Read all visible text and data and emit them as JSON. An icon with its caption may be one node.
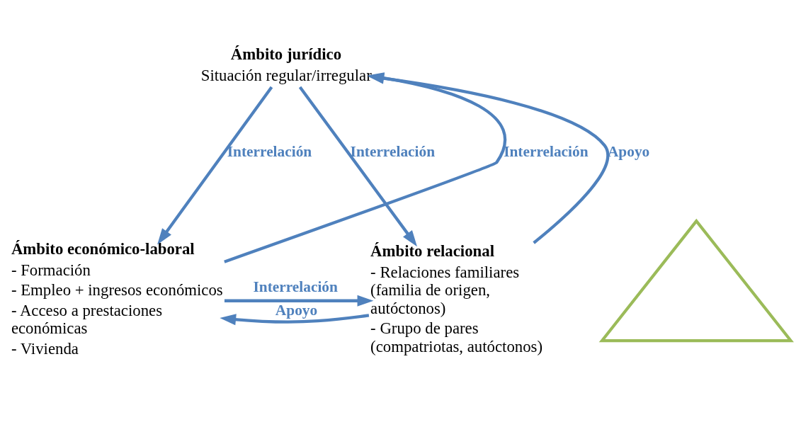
{
  "diagram": {
    "nodes": [
      {
        "text": [
          "Ámbito jurídico",
          "Situación regular/irregular"
        ]
      },
      {
        "text": [
          "Ámbito económico-laboral",
          "- Formación",
          "- Empleo + ingresos económicos",
          "- Acceso a prestaciones económicas",
          "- Vivienda"
        ]
      },
      {
        "text": [
          "Ámbito relacional",
          "- Relaciones familiares (familia de origen, autóctonos)",
          "- Grupo de pares (compatriotas, autóctonos)"
        ]
      },
      {
        "text": [],
        "shape": "triangle"
      }
    ],
    "edges": [
      {
        "from": 1,
        "to": 0,
        "arrow": "to",
        "label": "Interrelación"
      },
      {
        "from": 0,
        "to": 1,
        "arrow": "to",
        "label": "Interrelación"
      },
      {
        "from": 2,
        "to": 0,
        "arrow": "to",
        "label": "Apoyo"
      },
      {
        "from": 0,
        "to": 2,
        "arrow": "to",
        "label": "Interrelación"
      },
      {
        "from": 1,
        "to": 2,
        "arrow": "to",
        "label": "Interrelación"
      },
      {
        "from": 2,
        "to": 1,
        "arrow": "to",
        "label": "Apoyo"
      }
    ]
  }
}
